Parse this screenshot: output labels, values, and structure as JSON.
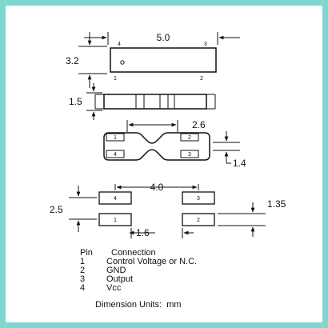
{
  "top_view": {
    "width_label": "5.0",
    "height_label": "3.2",
    "pins": [
      "4",
      "3",
      "1",
      "2"
    ]
  },
  "side_view": {
    "height_label": "1.5"
  },
  "bottom_view": {
    "pad_span_label": "2.6",
    "pad_height_label": "1.4",
    "pins": [
      "1",
      "2",
      "4",
      "3"
    ]
  },
  "land_pattern": {
    "width_label": "4.0",
    "height_label": "2.5",
    "pad_label": "1.35",
    "gap_label": "1.6",
    "pins": [
      "4",
      "3",
      "1",
      "2"
    ]
  },
  "legend": {
    "header_pin": "Pin",
    "header_connection": "Connection",
    "rows": [
      {
        "pin": "1",
        "connection": "Control Voltage or N.C."
      },
      {
        "pin": "2",
        "connection": "GND"
      },
      {
        "pin": "3",
        "connection": "Output"
      },
      {
        "pin": "4",
        "connection": "Vcc"
      }
    ],
    "units": "Dimension Units:  mm"
  }
}
